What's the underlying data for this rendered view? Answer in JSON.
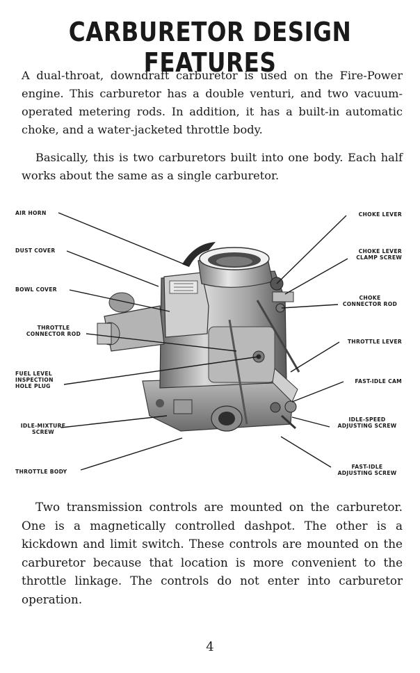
{
  "page": {
    "title": "CARBURETOR DESIGN FEATURES",
    "paragraph_1": "A dual-throat, downdraft carburetor is used on the Fire-Power engine. This carburetor has a double venturi, and two vacuum-operated metering rods. In addition, it has a built-in automatic choke, and a water-jacketed throttle body.",
    "paragraph_2": "Basically, this is two carburetors built into one body. Each half works about the same as a single carburetor.",
    "paragraph_3": "Two transmission controls are mounted on the carburetor. One is a magnetically controlled dashpot. The other is a kickdown and limit switch. These controls are mounted on the carburetor because that location is more convenient to the throttle linkage. The controls do not enter into carburetor operation.",
    "page_number": "4"
  },
  "diagram": {
    "labels_left": {
      "air_horn": "AIR HORN",
      "dust_cover": "DUST COVER",
      "bowl_cover": "BOWL COVER",
      "throttle_connector_rod_1": "THROTTLE",
      "throttle_connector_rod_2": "CONNECTOR ROD",
      "fuel_level_1": "FUEL LEVEL",
      "fuel_level_2": "INSPECTION",
      "fuel_level_3": "HOLE PLUG",
      "idle_mixture_1": "IDLE-MIXTURE",
      "idle_mixture_2": "SCREW",
      "throttle_body": "THROTTLE BODY"
    },
    "labels_right": {
      "choke_lever": "CHOKE LEVER",
      "choke_clamp_1": "CHOKE LEVER",
      "choke_clamp_2": "CLAMP SCREW",
      "choke_rod_1": "CHOKE",
      "choke_rod_2": "CONNECTOR ROD",
      "throttle_lever": "THROTTLE LEVER",
      "fast_idle_cam": "FAST-IDLE CAM",
      "idle_speed_1": "IDLE-SPEED",
      "idle_speed_2": "ADJUSTING SCREW",
      "fast_idle_adj_1": "FAST-IDLE",
      "fast_idle_adj_2": "ADJUSTING SCREW"
    },
    "colors": {
      "ink": "#1a1a1a",
      "metal_light": "#d9d9d9",
      "metal_mid": "#a8a8a8",
      "metal_dark": "#5c5c5c"
    }
  }
}
